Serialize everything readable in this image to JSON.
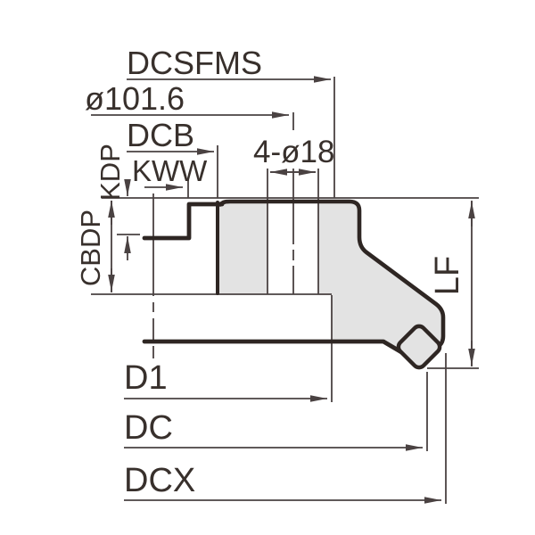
{
  "drawing": {
    "kind": "cutter-cross-section-dimension-diagram",
    "labels": {
      "dcsfms": "DCSFMS",
      "pitch_circle": "ø101.6",
      "dcb": "DCB",
      "kww": "KWW",
      "holes": "4-ø18",
      "kdp": "KDP",
      "cbdp": "CBDP",
      "lf": "LF",
      "d1": "D1",
      "dc": "DC",
      "dcx": "DCX"
    },
    "colors": {
      "background": "#ffffff",
      "outline": "#2e2623",
      "thin_line": "#4a4242",
      "text": "#38302c",
      "section_fill": "#e3e3e3"
    }
  }
}
